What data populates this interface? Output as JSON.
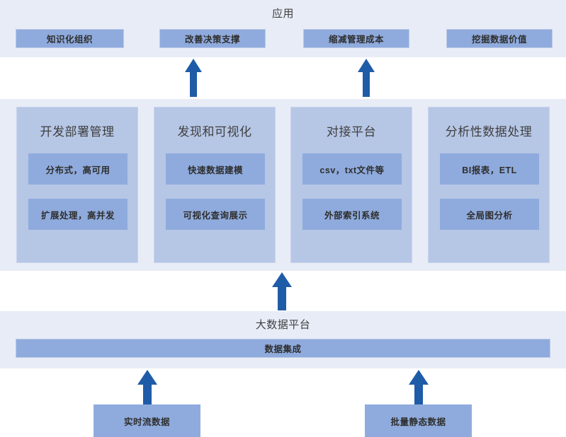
{
  "diagram": {
    "type": "layered-architecture",
    "background": "#ffffff",
    "colors": {
      "band_background": "#e7ecf6",
      "outer_box": "#b6c6e5",
      "inner_box": "#8fabdd",
      "arrow": "#1f5ca8",
      "text": "#2e2e2e"
    }
  },
  "application_layer": {
    "title": "应用",
    "boxes": [
      {
        "label": "知识化组织"
      },
      {
        "label": "改善决策支撑"
      },
      {
        "label": "缩减管理成本"
      },
      {
        "label": "挖掘数据价值"
      }
    ]
  },
  "capability_layer": {
    "columns": [
      {
        "title": "开发部署管理",
        "items": [
          "分布式，高可用",
          "扩展处理，高并发"
        ]
      },
      {
        "title": "发现和可视化",
        "items": [
          "快速数据建模",
          "可视化查询展示"
        ]
      },
      {
        "title": "对接平台",
        "items": [
          "csv，txt文件等",
          "外部索引系统"
        ]
      },
      {
        "title": "分析性数据处理",
        "items": [
          "BI报表，ETL",
          "全局图分析"
        ]
      }
    ]
  },
  "platform_layer": {
    "title": "大数据平台",
    "bar_label": "数据集成"
  },
  "source_layer": {
    "boxes": [
      {
        "label": "实时流数据"
      },
      {
        "label": "批量静态数据"
      }
    ]
  },
  "arrows": [
    {
      "name": "capability-to-application-decision",
      "direction": "up"
    },
    {
      "name": "capability-to-application-cost",
      "direction": "up"
    },
    {
      "name": "platform-to-capability",
      "direction": "up"
    },
    {
      "name": "stream-source-to-platform",
      "direction": "up"
    },
    {
      "name": "batch-source-to-platform",
      "direction": "up"
    }
  ]
}
